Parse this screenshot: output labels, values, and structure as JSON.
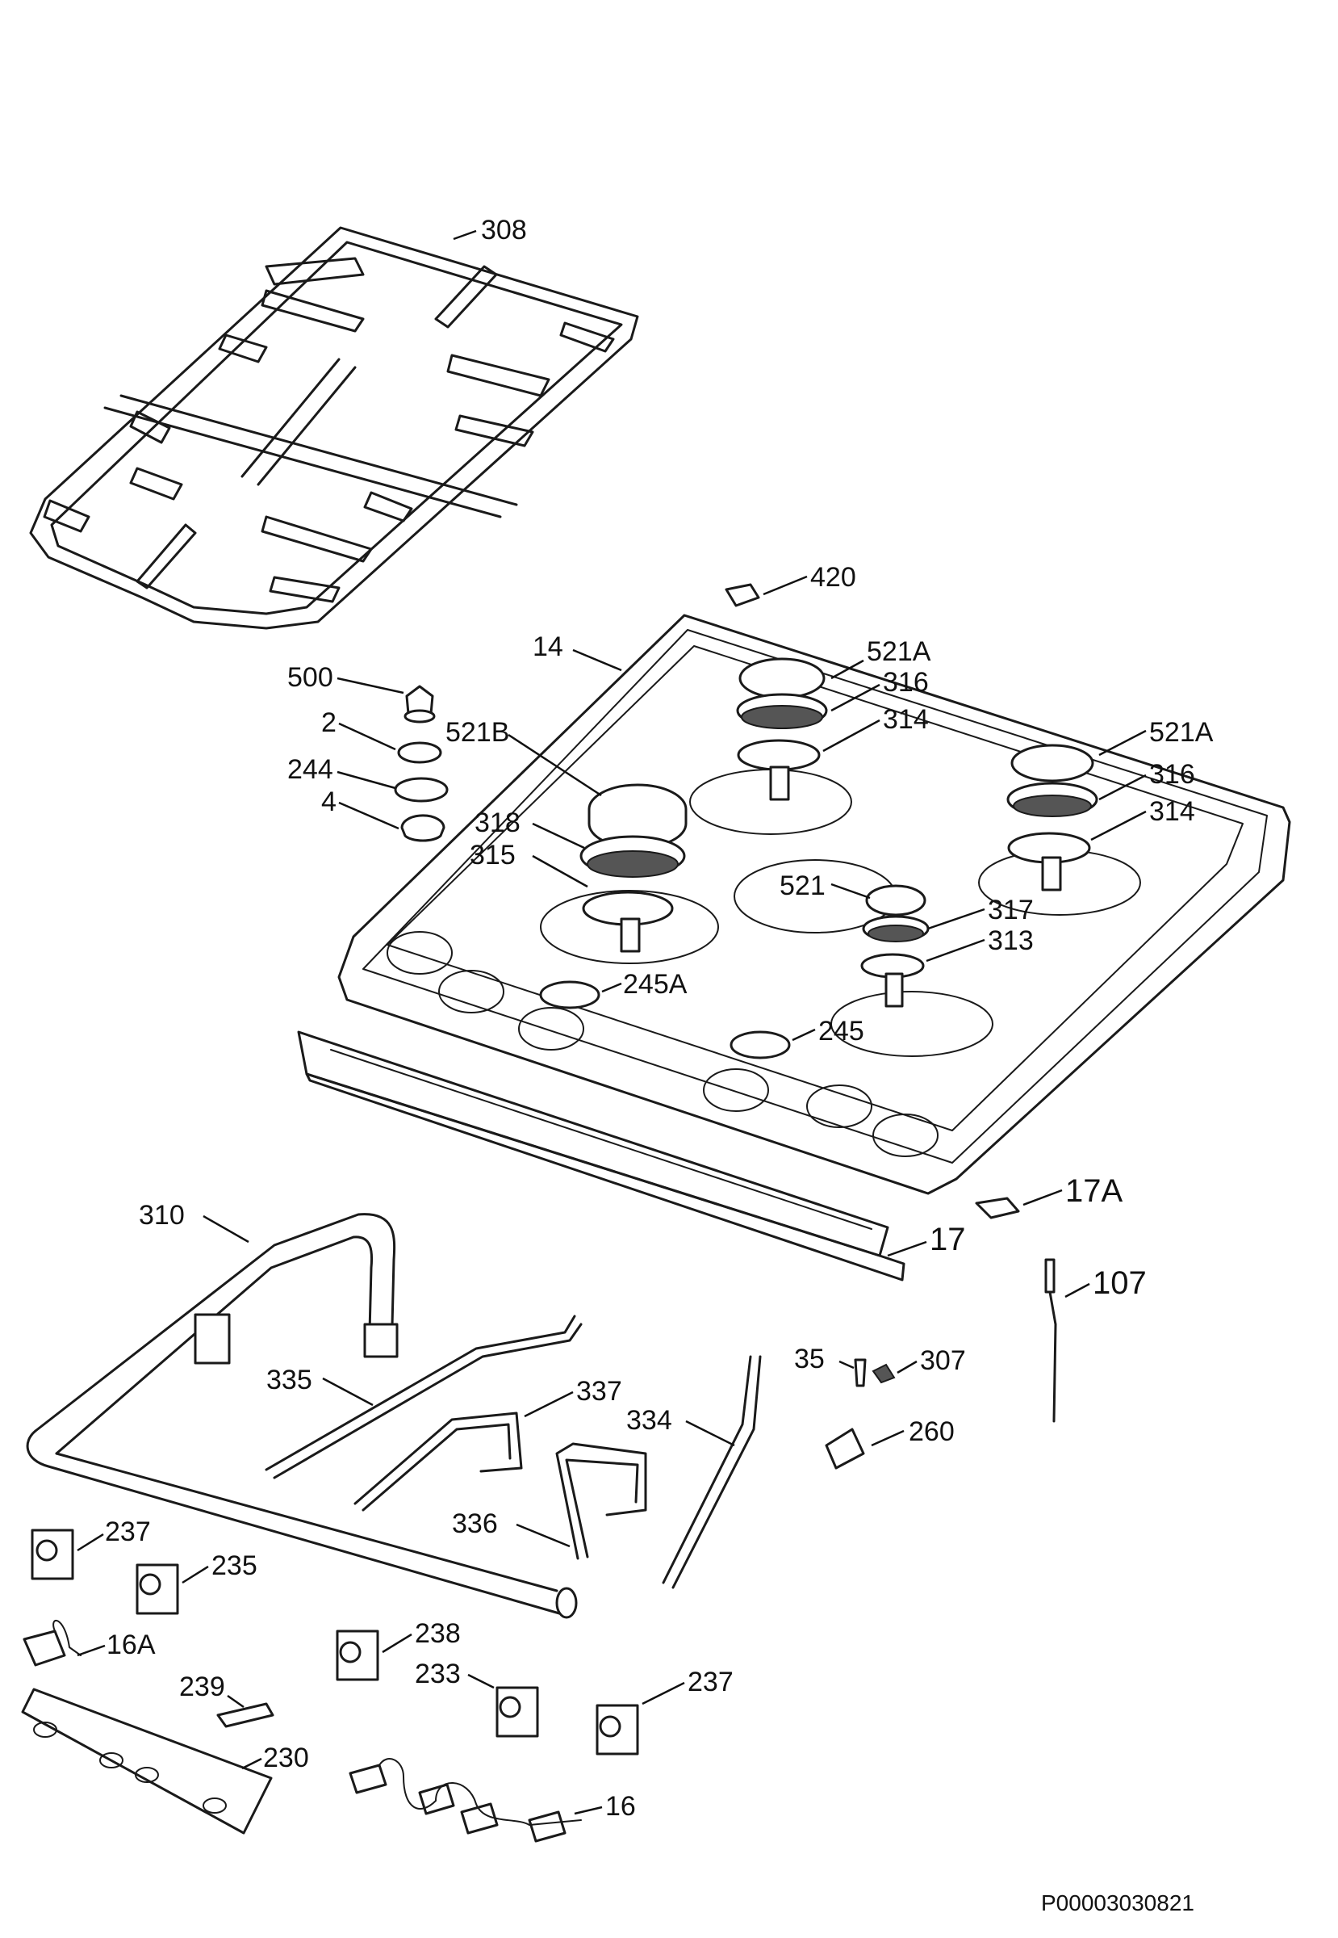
{
  "labels": {
    "l308": "308",
    "l420": "420",
    "l14": "14",
    "l521A_top": "521A",
    "l316_top": "316",
    "l314_top": "314",
    "l521A_right": "521A",
    "l316_right": "316",
    "l314_right": "314",
    "l500": "500",
    "l2": "2",
    "l244": "244",
    "l4": "4",
    "l521B": "521B",
    "l318": "318",
    "l315": "315",
    "l521": "521",
    "l317": "317",
    "l313": "313",
    "l245A": "245A",
    "l245": "245",
    "l17A": "17A",
    "l17": "17",
    "l310": "310",
    "l107": "107",
    "l35": "35",
    "l307": "307",
    "l335": "335",
    "l337": "337",
    "l334": "334",
    "l260": "260",
    "l336": "336",
    "l237_left": "237",
    "l235": "235",
    "l16A": "16A",
    "l238": "238",
    "l233": "233",
    "l237_right": "237",
    "l239": "239",
    "l230": "230",
    "l16": "16"
  },
  "reference": "P00003030821"
}
